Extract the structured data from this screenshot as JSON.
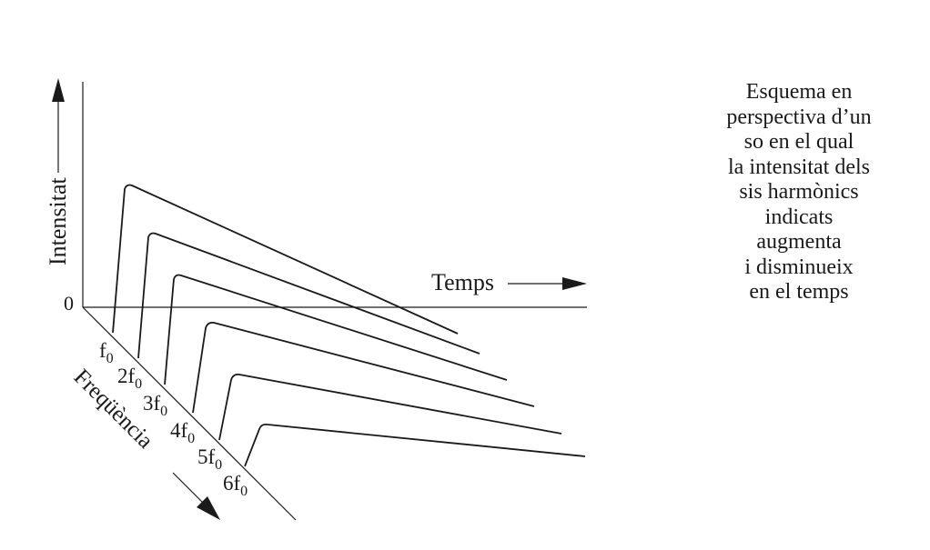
{
  "axes": {
    "intensity_label": "Intensitat",
    "time_label": "Temps",
    "frequency_label": "Freqüència",
    "origin_label": "0"
  },
  "harmonics": [
    {
      "label": "f",
      "subscript": "0"
    },
    {
      "label": "2f",
      "subscript": "0"
    },
    {
      "label": "3f",
      "subscript": "0"
    },
    {
      "label": "4f",
      "subscript": "0"
    },
    {
      "label": "5f",
      "subscript": "0"
    },
    {
      "label": "6f",
      "subscript": "0"
    }
  ],
  "caption": {
    "lines": [
      "Esquema en",
      "perspectiva d’un",
      "so en el qual",
      "la intensitat dels",
      "sis harmònics",
      "indicats",
      "augmenta",
      "i disminueix",
      "en el temps"
    ]
  },
  "colors": {
    "ink": "#1a1a1a",
    "background": "#ffffff"
  }
}
